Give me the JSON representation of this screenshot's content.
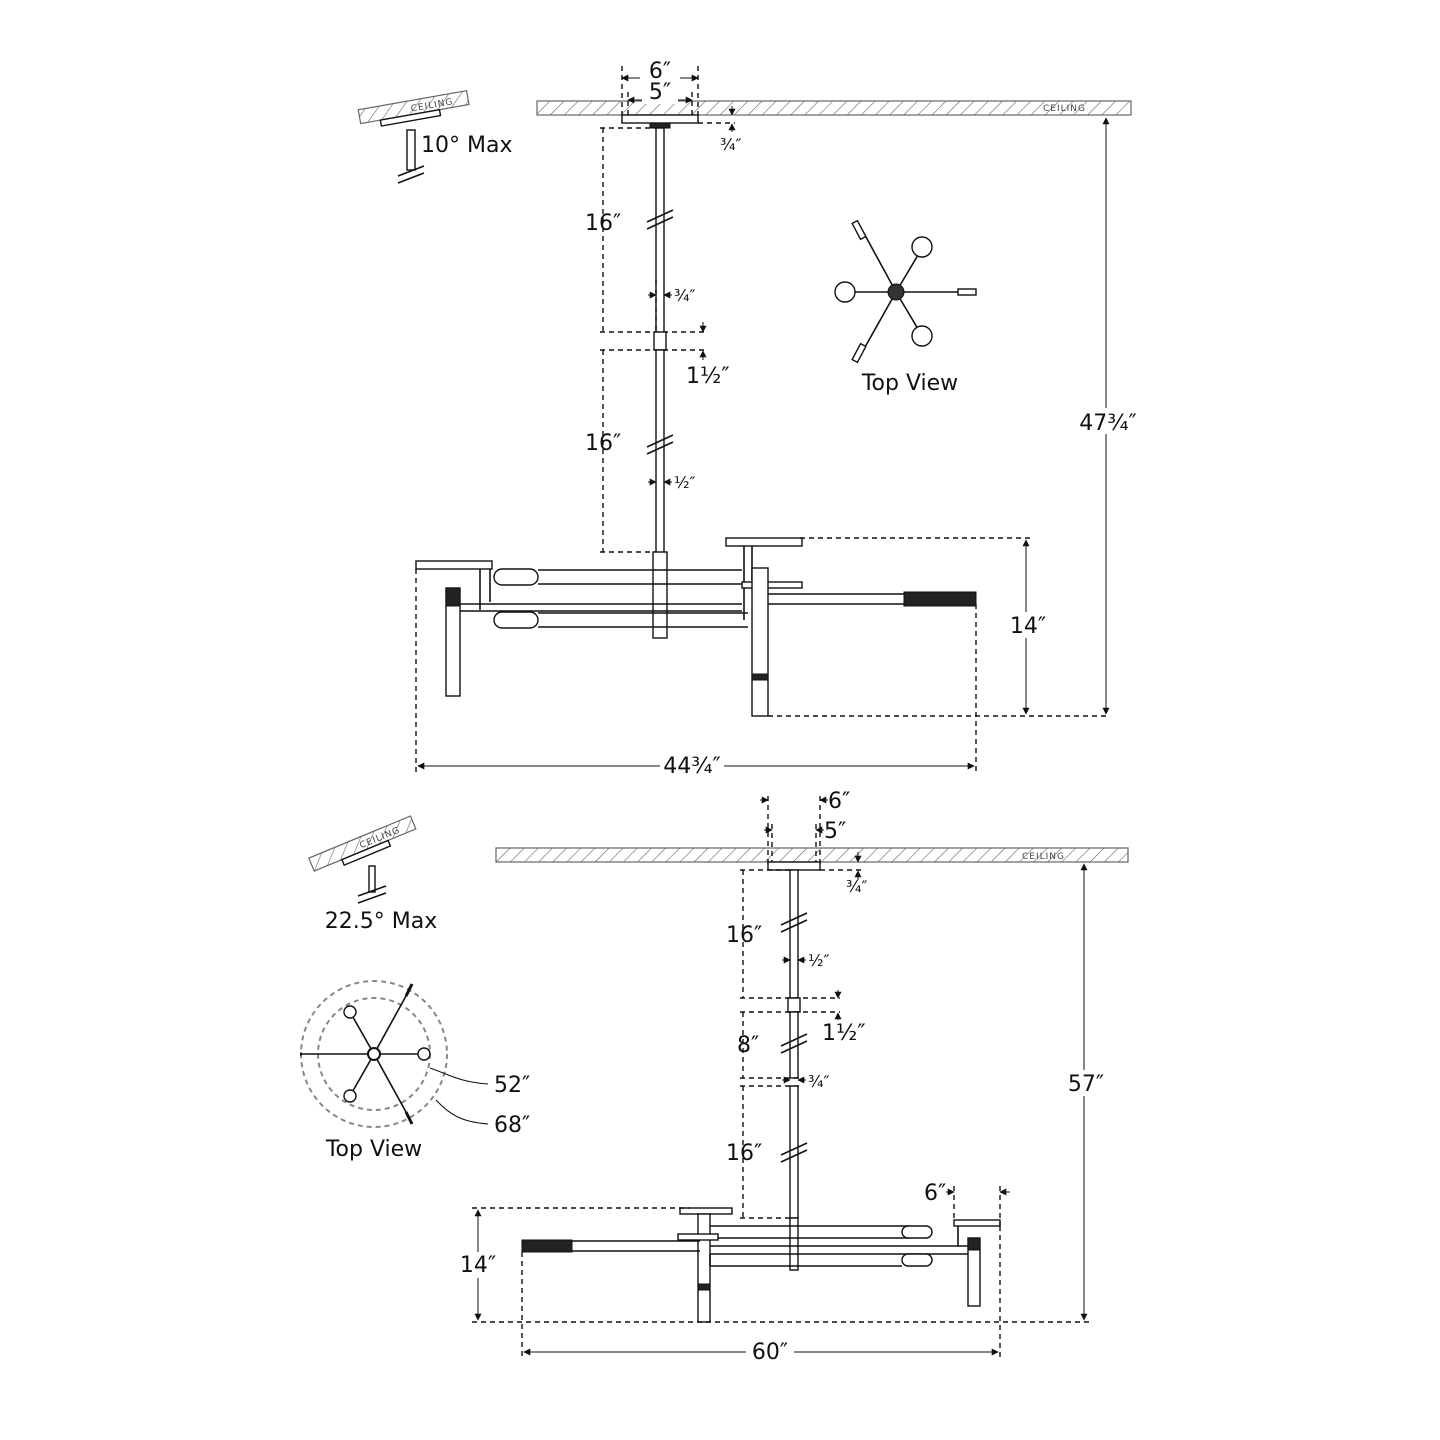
{
  "ceiling_label": "CEILING",
  "top": {
    "canopy_outer": "6″",
    "canopy_inner": "5″",
    "canopy_height": "¾″",
    "stem_upper": "16″",
    "stem_diameter": "¾″",
    "coupler": "1½″",
    "stem_lower": "16″",
    "rod": "½″",
    "fixture_height": "14″",
    "overall_height": "47¾″",
    "overall_width": "44¾″",
    "slope": "10° Max",
    "top_view": "Top View"
  },
  "bottom": {
    "canopy_outer": "6″",
    "canopy_inner": "5″",
    "canopy_height": "¾″",
    "stem_a": "16″",
    "rod": "½″",
    "coupler": "1½″",
    "stem_b": "8″",
    "stem_diameter": "¾″",
    "stem_c": "16″",
    "arm_offset": "6″",
    "fixture_height": "14″",
    "overall_height": "57″",
    "overall_width": "60″",
    "slope": "22.5° Max",
    "top_view": "Top View",
    "inner_diameter": "52″",
    "outer_diameter": "68″"
  }
}
